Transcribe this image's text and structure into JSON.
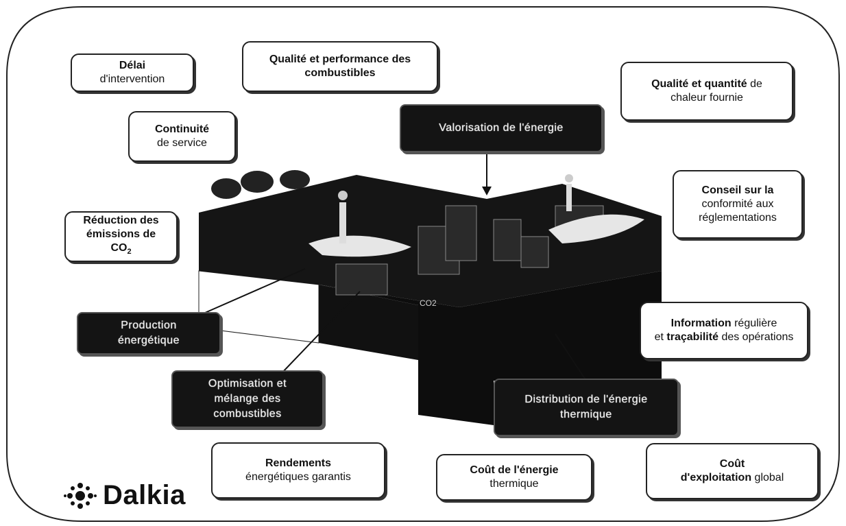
{
  "boxes": {
    "delai": {
      "b": "Délai",
      "t": "d'intervention"
    },
    "qualite_comb": {
      "b": "Qualité et performance des combustibles"
    },
    "qualite_chaleur": {
      "b1": "Qualité",
      "t1": "et",
      "b2": "quantité",
      "t2": "de",
      "t3": "chaleur fournie"
    },
    "continuite": {
      "b": "Continuité",
      "t": "de service"
    },
    "conseil": {
      "b": "Conseil sur la",
      "t": "conformité aux réglementations"
    },
    "reduction": {
      "b1": "Réduction des émissions de",
      "b2": "CO",
      "sub": "2"
    },
    "information": {
      "b1": "Information",
      "t1": "régulière",
      "t2": "et",
      "b2": "traçabilité",
      "t3": "des opérations"
    },
    "rendements": {
      "b": "Rendements",
      "t": "énergétiques garantis"
    },
    "cout_energie": {
      "b": "Coût de l'énergie",
      "t": "thermique"
    },
    "cout_exploitation": {
      "b1": "Coût",
      "b2": "d'exploitation",
      "t": "global"
    }
  },
  "dark": {
    "valorisation": "Valorisation de l'énergie",
    "production_1": "Production",
    "production_2": "énergétique",
    "optimisation_1": "Optimisation et",
    "optimisation_2": "mélange des",
    "optimisation_3": "combustibles",
    "distribution_1": "Distribution de l'énergie",
    "distribution_2": "thermique"
  },
  "plant_label": "CO2",
  "brand": "Dalkia"
}
